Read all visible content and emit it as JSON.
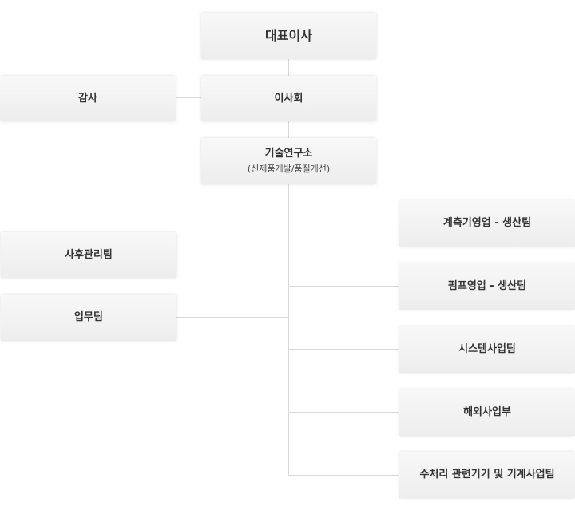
{
  "org_chart": {
    "ceo": {
      "label": "대표이사"
    },
    "board": {
      "label": "이사회"
    },
    "audit": {
      "label": "감사"
    },
    "rnd": {
      "label": "기술연구소",
      "sublabel": "(신제품개발/품질개선)"
    },
    "left_teams": [
      {
        "label": "사후관리팀"
      },
      {
        "label": "업무팀"
      }
    ],
    "right_teams": [
      {
        "label": "계측기영업 - 생산팀"
      },
      {
        "label": "펌프영업 - 생산팀"
      },
      {
        "label": "시스템사업팀"
      },
      {
        "label": "해외사업부"
      },
      {
        "label": "수처리 관련기기 및 기계사업팀"
      }
    ]
  },
  "colors": {
    "box_top": "#f8f8f8",
    "box_bottom": "#ededed",
    "line": "#d9d9d9",
    "text": "#333333"
  }
}
